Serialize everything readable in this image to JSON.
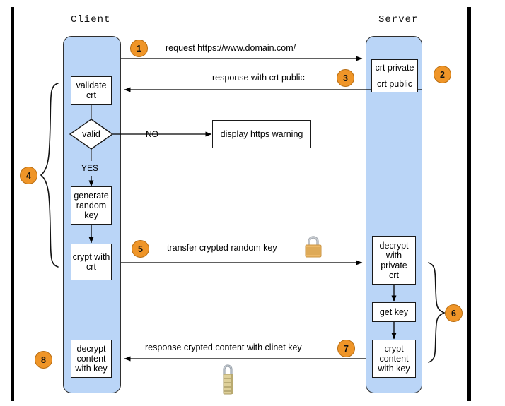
{
  "diagram": {
    "type": "sequence-flow",
    "title_client": "Client",
    "title_server": "Server",
    "colors": {
      "lane_fill": "#bad5f7",
      "badge_fill": "#ef9528",
      "badge_stroke": "#b86d12",
      "box_fill": "#ffffff",
      "stroke": "#1a1a1a",
      "frame_bar": "#000000",
      "padlock_gold": "#e8b463",
      "padlock_shackle": "#a9adb3"
    }
  },
  "badges": [
    {
      "id": "1",
      "label": "1"
    },
    {
      "id": "2",
      "label": "2"
    },
    {
      "id": "3",
      "label": "3"
    },
    {
      "id": "4",
      "label": "4"
    },
    {
      "id": "5",
      "label": "5"
    },
    {
      "id": "6",
      "label": "6"
    },
    {
      "id": "7",
      "label": "7"
    },
    {
      "id": "8",
      "label": "8"
    }
  ],
  "messages": {
    "request": "request https://www.domain.com/",
    "response_crt_public": "response with crt public",
    "transfer_key": "transfer crypted random key",
    "response_content": "response crypted content with clinet key"
  },
  "client_nodes": {
    "validate_crt": "validate\ncrt",
    "valid_decision": "valid",
    "branch_no": "NO",
    "branch_yes": "YES",
    "display_warning": "display https warning",
    "generate_random_key": "generate\nrandom\nkey",
    "crypt_with_crt": "crypt with\ncrt",
    "decrypt_content_with_key": "decrypt\ncontent\nwith key"
  },
  "server_nodes": {
    "crt_private": "crt private",
    "crt_public": "crt public",
    "decrypt_with_private_crt": "decrypt\nwith\nprivate\ncrt",
    "get_key": "get key",
    "crypt_content_with_key": "crypt\ncontent\nwith key"
  },
  "icons": {
    "padlock_closed": "padlock-icon",
    "padlock_combination": "combination-padlock-icon"
  }
}
